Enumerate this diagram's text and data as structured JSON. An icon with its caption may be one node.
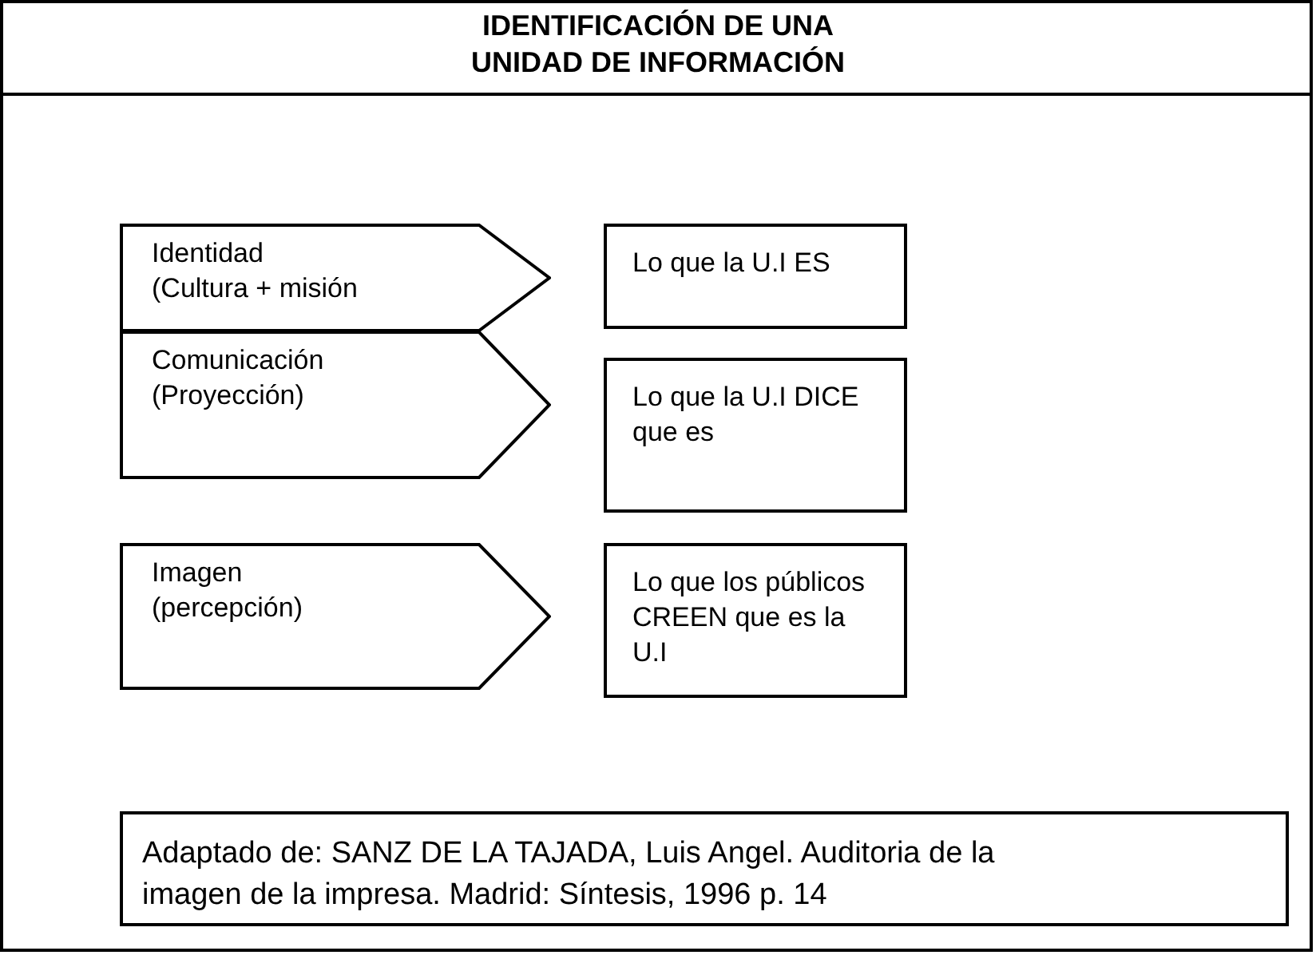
{
  "diagram": {
    "title": "IDENTIFICACIÓN DE UNA UNIDAD DE INFORMACIÓN",
    "nodes": [
      {
        "text": [
          "Identidad (Cultura + misión"
        ]
      },
      {
        "text": [
          "Lo que la U.I ES"
        ]
      },
      {
        "text": [
          "Comunicación (Proyección)"
        ]
      },
      {
        "text": [
          "Lo que la U.I DICE que es"
        ]
      },
      {
        "text": [
          "Imagen (percepción)"
        ]
      },
      {
        "text": [
          "Lo que los públicos CREEN que es la U.I"
        ]
      },
      {
        "text": [
          "Adaptado de: SANZ DE LA TAJADA, Luis Angel.  Auditoria de la imagen de la impresa.  Madrid: Síntesis, 1996 p. 14"
        ]
      }
    ],
    "edges": []
  }
}
